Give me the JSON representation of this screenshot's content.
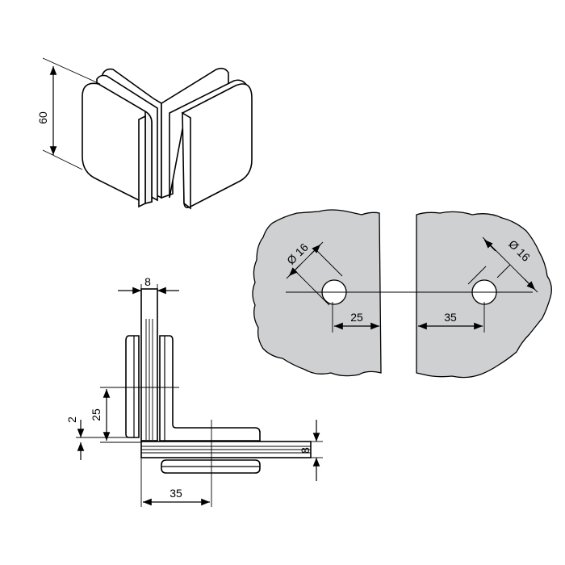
{
  "dimensions": {
    "height_60": "60",
    "width_8_top": "8",
    "offset_25_left": "25",
    "offset_2": "2",
    "thickness_8_right": "8",
    "offset_35_bottom": "35",
    "hole_dia_left": "Ø 16",
    "hole_dia_right": "Ø 16",
    "hole_offset_25": "25",
    "hole_offset_35": "35"
  },
  "colors": {
    "glass_fill": "#cfd0d1",
    "line": "#000000",
    "background": "#ffffff"
  }
}
